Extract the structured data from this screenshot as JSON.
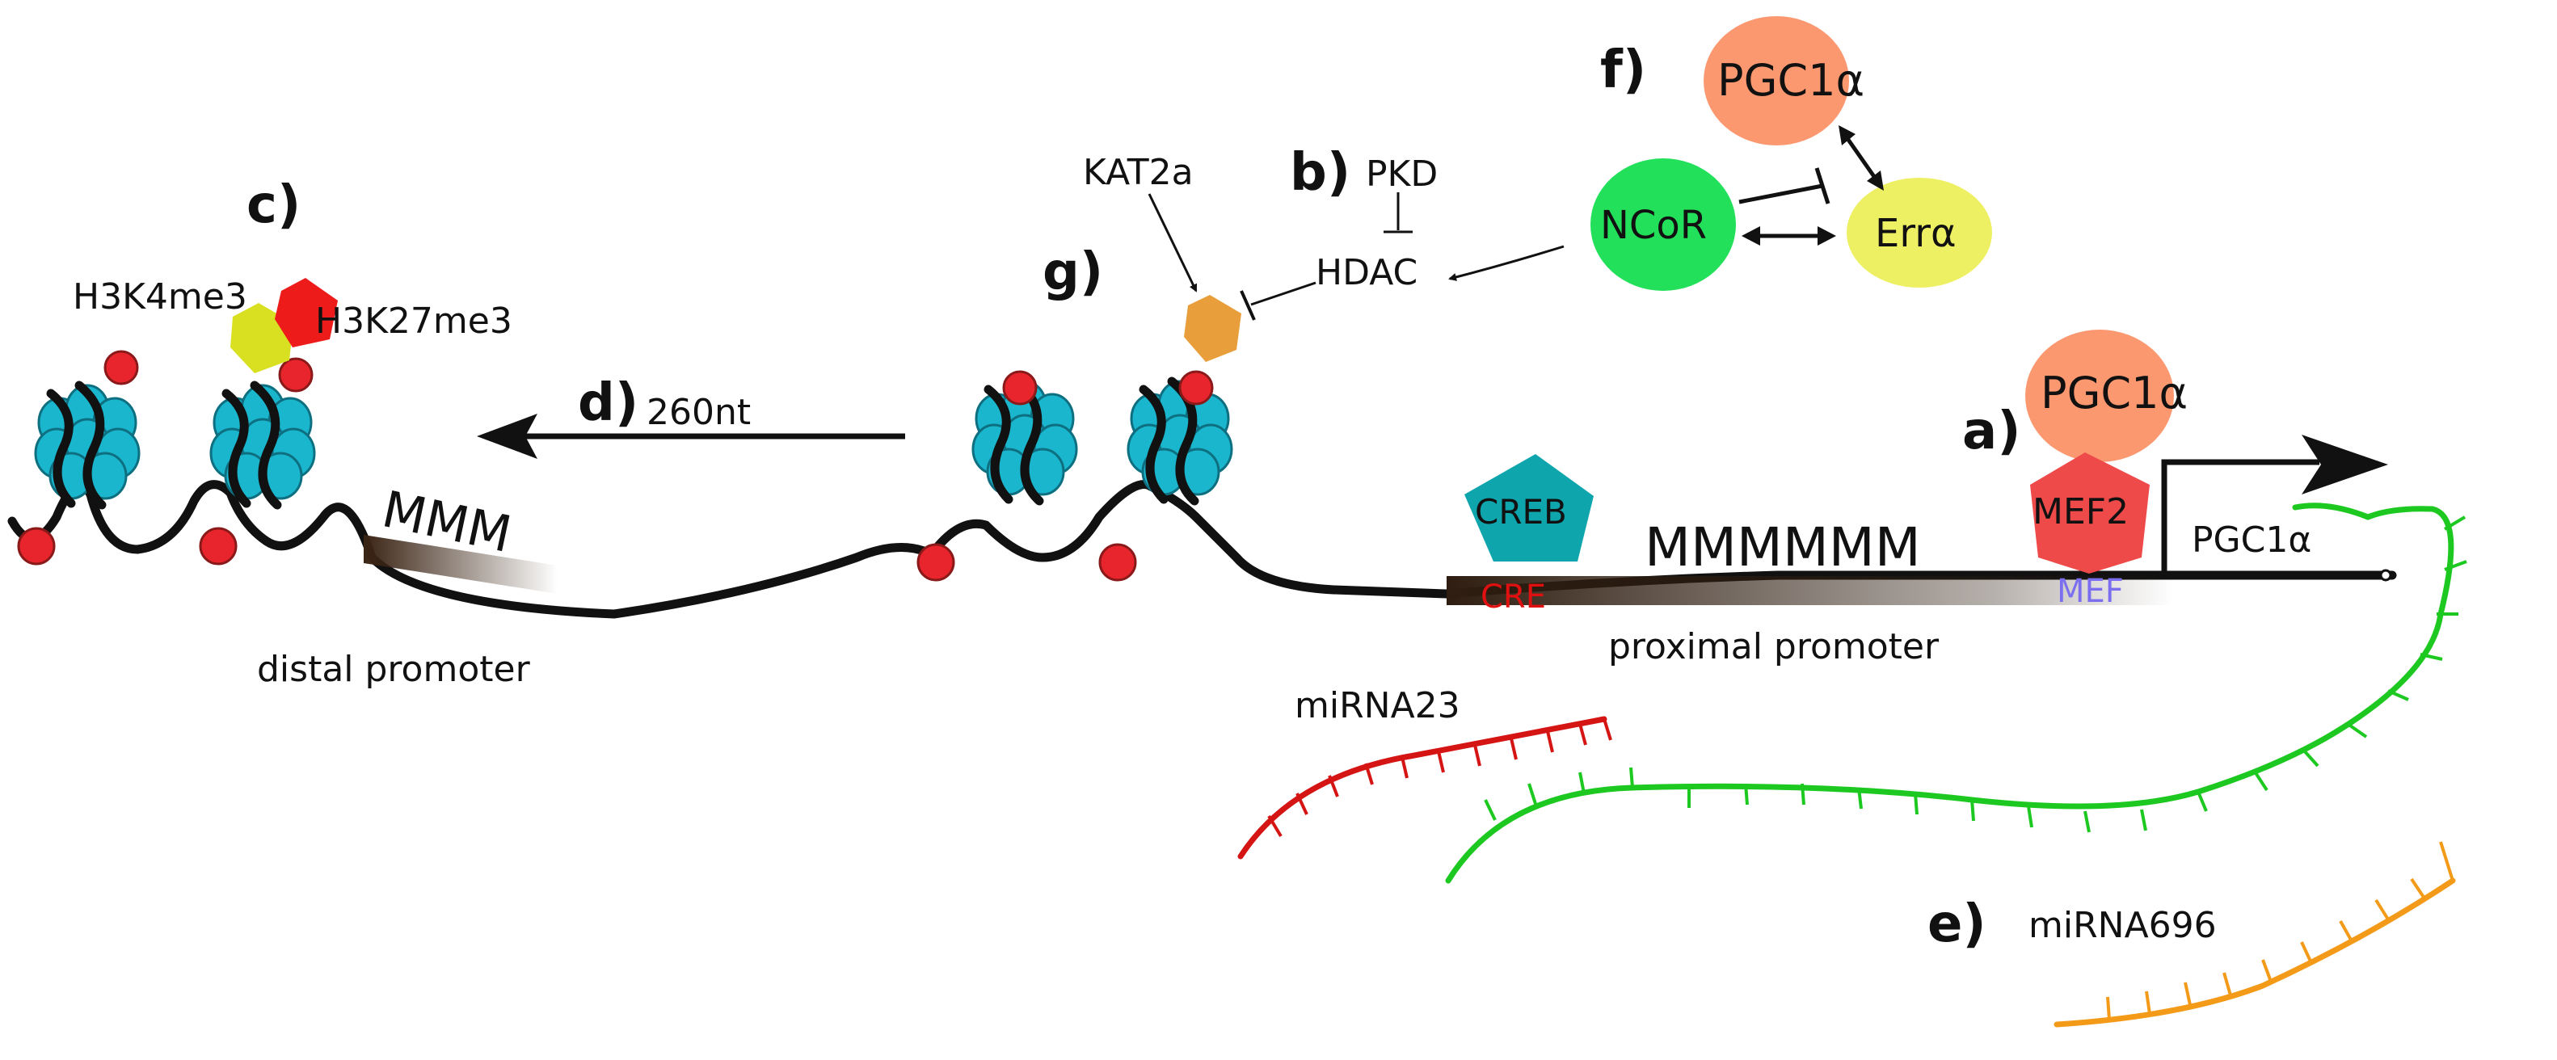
{
  "panel_labels": {
    "a": "a)",
    "b": "b)",
    "c": "c)",
    "d": "d)",
    "e": "e)",
    "f": "f)",
    "g": "g)"
  },
  "labels": {
    "pgc1a_f": "PGC1α",
    "ncor": "NCoR",
    "erra": "Errα",
    "pkd": "PKD",
    "hdac": "HDAC",
    "kat2a": "KAT2a",
    "h3k4me3": "H3K4me3",
    "h3k27me3": "H3K27me3",
    "nt260": "260nt",
    "mmm": "MMM",
    "mmmmmm": "MMMMMM",
    "creb": "CREB",
    "cre": "CRE",
    "pgc1a_a": "PGC1α",
    "mef2": "MEF2",
    "mef": "MEF",
    "pgc1a_gene": "PGC1α",
    "distal_promoter": "distal promoter",
    "proximal_promoter": "proximal promoter",
    "mirna23": "miRNA23",
    "mirna696": "miRNA696"
  },
  "colors": {
    "pgc1a": "#fb9870",
    "ncor": "#22e05a",
    "erra": "#eef063",
    "h3k4me3": "#d9e022",
    "h3k27me3": "#ee1b1b",
    "histone": "#1ab6cd",
    "methyl": "#e8252c",
    "kat2a_mark": "#e89e3a",
    "creb": "#0ea5ad",
    "mef2": "#ef4a4a",
    "cre_text": "#e01010",
    "mef_text": "#7b6ff0",
    "mirna_green": "#1dc921",
    "mirna23": "#d51414",
    "mirna696": "#f49a19"
  }
}
